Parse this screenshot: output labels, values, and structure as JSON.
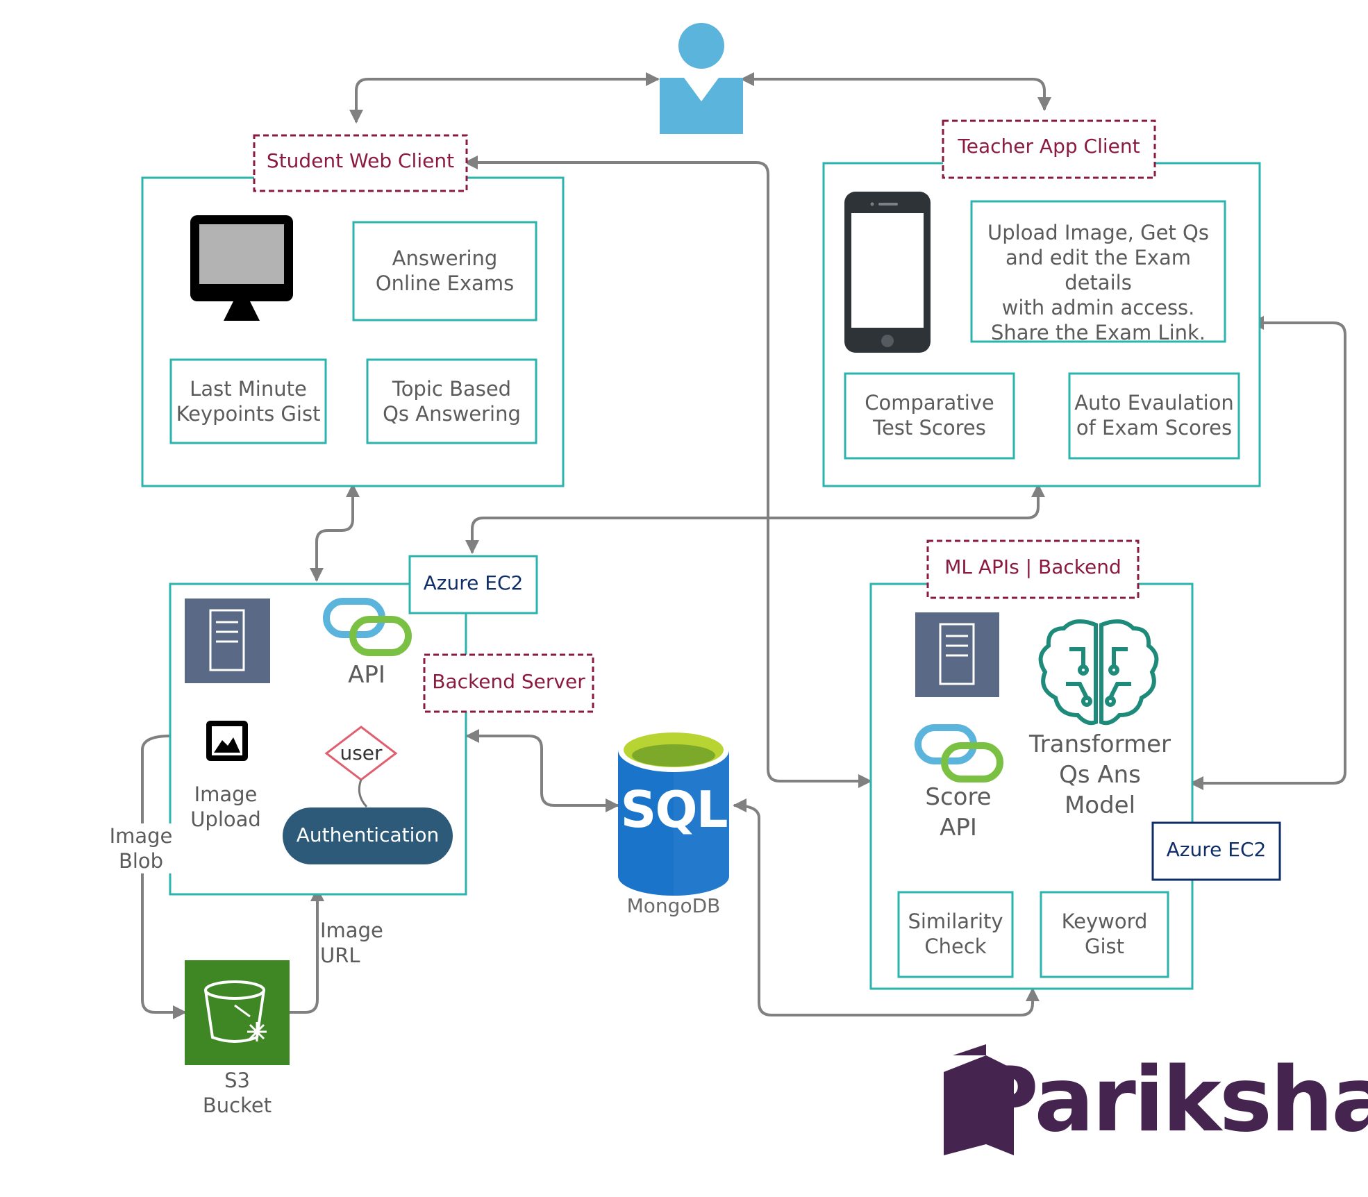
{
  "student_client": {
    "title": "Student Web Client",
    "features": [
      "Answering\nOnline Exams",
      "Last Minute\nKeypoints Gist",
      "Topic Based\nQs Answering"
    ]
  },
  "teacher_client": {
    "title": "Teacher App Client",
    "description": "Upload Image, Get Qs\nand edit the Exam details\nwith admin access.\nShare the Exam Link.",
    "features": [
      "Comparative\nTest Scores",
      "Auto Evaulation\nof Exam Scores"
    ]
  },
  "backend_server": {
    "title": "Backend Server",
    "host": "Azure EC2",
    "api_label": "API",
    "image_upload_label": "Image\nUpload",
    "user_label": "user",
    "auth_label": "Authentication"
  },
  "database": {
    "icon_text": "SQL",
    "label": "MongoDB"
  },
  "storage": {
    "label": "S3\nBucket"
  },
  "flow_labels": {
    "image_blob": "Image\nBlob",
    "image_url": "Image\nURL"
  },
  "ml_backend": {
    "title": "ML APIs | Backend",
    "host": "Azure EC2",
    "score_api_label": "Score\nAPI",
    "model_label": "Transformer\nQs Ans\nModel",
    "features": [
      "Similarity\nCheck",
      "Keyword\nGist"
    ]
  },
  "brand": {
    "name": "Pariksha"
  },
  "colors": {
    "teal": "#2bb3ae",
    "maroon": "#8b1a3f",
    "navy": "#0f2d67",
    "arrow": "#808080",
    "user_blue": "#5ab4dc",
    "sql_blue": "#1a74c9",
    "s3_green": "#3f8624",
    "brand_purple": "#45254f"
  }
}
